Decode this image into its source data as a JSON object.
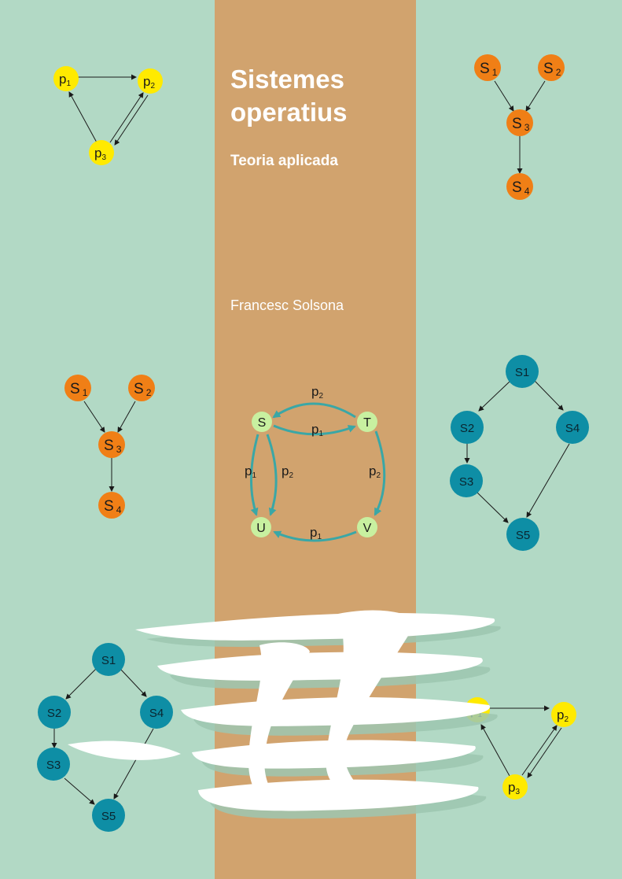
{
  "cover": {
    "title_line1": "Sistemes",
    "title_line2": "operatius",
    "subtitle": "Teoria aplicada",
    "author": "Francesc Solsona"
  },
  "colors": {
    "background": "#b2d9c5",
    "stripe": "#d1a36e",
    "yellow_node": "#ffea00",
    "orange_node": "#f07f16",
    "teal_node": "#0e8ea5",
    "green_node": "#c8f0a0",
    "edge_teal": "#3aa7a6"
  },
  "graphs": {
    "process_triangle": {
      "nodes": [
        {
          "id": "p1",
          "base": "p",
          "sub": "1"
        },
        {
          "id": "p2",
          "base": "p",
          "sub": "2"
        },
        {
          "id": "p3",
          "base": "p",
          "sub": "3"
        }
      ]
    },
    "orange_tree": {
      "nodes": [
        {
          "id": "S1",
          "base": "S",
          "sub": "1"
        },
        {
          "id": "S2",
          "base": "S",
          "sub": "2"
        },
        {
          "id": "S3",
          "base": "S",
          "sub": "3"
        },
        {
          "id": "S4",
          "base": "S",
          "sub": "4"
        }
      ]
    },
    "teal_graph": {
      "nodes": [
        "S1",
        "S2",
        "S3",
        "S4",
        "S5"
      ]
    },
    "state_graph": {
      "nodes": [
        "S",
        "T",
        "U",
        "V"
      ],
      "edge_labels": [
        {
          "base": "p",
          "sub": "2"
        },
        {
          "base": "p",
          "sub": "1"
        },
        {
          "base": "p",
          "sub": "1"
        },
        {
          "base": "p",
          "sub": "2"
        },
        {
          "base": "p",
          "sub": "2"
        },
        {
          "base": "p",
          "sub": "1"
        }
      ]
    }
  }
}
